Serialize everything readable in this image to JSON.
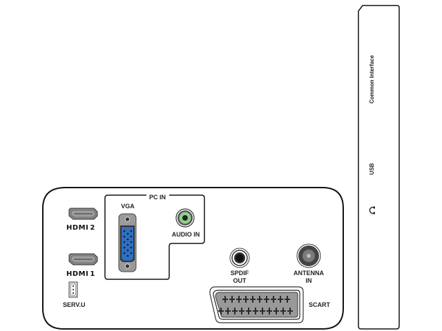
{
  "diagram": {
    "title": "TV rear connector panel",
    "pc_in_group": {
      "label": "PC IN"
    },
    "connectors": {
      "hdmi2": {
        "label": "HDMI 2",
        "brand": "HDMI",
        "number": "2"
      },
      "hdmi1": {
        "label": "HDMI 1",
        "brand": "HDMI",
        "number": "1"
      },
      "service": {
        "label": "SERV.U"
      },
      "vga": {
        "label": "VGA"
      },
      "audio_in": {
        "label": "AUDIO IN"
      },
      "spdif": {
        "label_line1": "SPDIF",
        "label_line2": "OUT"
      },
      "antenna": {
        "label_line1": "ANTENNA",
        "label_line2": "IN"
      },
      "scart": {
        "label": "SCART"
      }
    },
    "side_panel": {
      "common_interface": "Common Interface",
      "usb": "USB",
      "headphone_icon": "headphone-icon"
    },
    "colors": {
      "outline": "#111111",
      "vga_blue": "#2f6fc0",
      "audio_green": "#8fd08a",
      "metal_gray": "#9a9a9a"
    }
  }
}
